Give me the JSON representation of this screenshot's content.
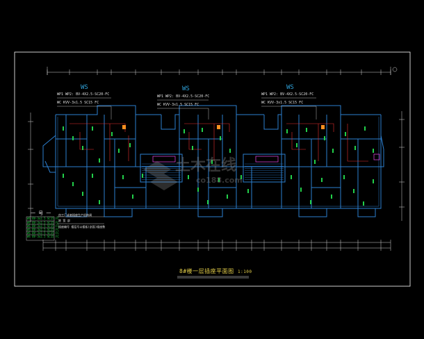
{
  "drawing": {
    "title": "8#楼一层插座平面图",
    "scale": "1:100",
    "legend_title": "一 号 一"
  },
  "panels": [
    {
      "ws": "WS",
      "line1": "WP1 WP2: BV-4X2.5-SC20-FC",
      "line2": "WC      KVV-3x1.5 SC15 FC"
    },
    {
      "ws": "WS",
      "line1": "WP1 WP2: BV-4X2.5-SC20-FC",
      "line2": "WC      KVV-3x1.5 SC15 FC"
    },
    {
      "ws": "WS",
      "line1": "WP1 WP2: BV-4X2.5-SC20-FC",
      "line2": "WC      KVV-3x1.5 SC15 FC"
    }
  ],
  "legend": {
    "rows": [
      "WS BV-3x2.5 SC15 FC",
      "WS BV-3x2.5 SC15 FC",
      "WS BV-3x2.5 SC15 FC",
      "WS BV-3x2.5 SC15 FC",
      "WS BV-3x2.5 SC15 FC",
      "WS BV-3x2.5 SC15 FC"
    ],
    "note1": "由工厂或者插座生产机构调",
    "note2": "插座编号  楼层号以楼板(剖面)插座数",
    "note3": "底 宽 部"
  },
  "watermark": {
    "main": "土木在线",
    "sub": "co188.com"
  },
  "colors": {
    "frame": "#ffffff",
    "wall": "#2c7fd0",
    "wire": "#e83030",
    "green": "#22d04a",
    "magenta": "#d040d0",
    "orange": "#ff9020",
    "title": "#e8d24a"
  }
}
